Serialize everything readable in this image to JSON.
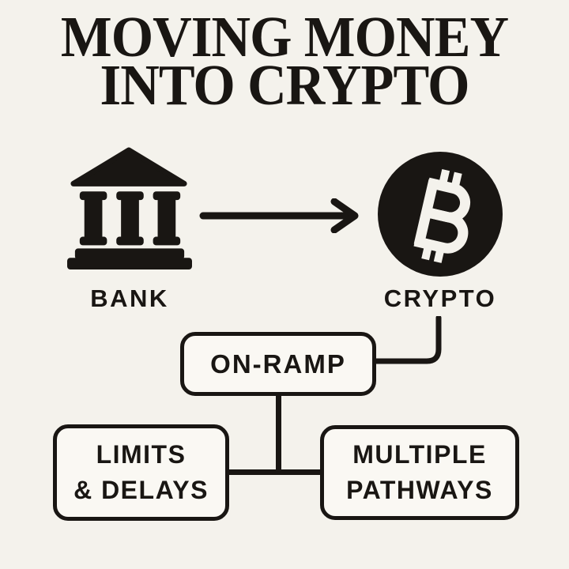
{
  "title": {
    "line1": "MOVING MONEY",
    "line2": "INTO CRYPTO"
  },
  "flow": {
    "bank": {
      "label": "BANK",
      "icon": "bank-icon"
    },
    "arrow": {
      "icon": "arrow-right-icon"
    },
    "crypto": {
      "label": "CRYPTO",
      "icon": "bitcoin-icon"
    }
  },
  "boxes": {
    "onramp": {
      "label": "ON-RAMP"
    },
    "limits": {
      "line1": "LIMITS",
      "line2": "& DELAYS"
    },
    "pathways": {
      "line1": "MULTIPLE",
      "line2": "PATHWAYS"
    }
  },
  "colors": {
    "background": "#f4f2ec",
    "ink": "#191613",
    "box_fill": "#faf8f3"
  }
}
